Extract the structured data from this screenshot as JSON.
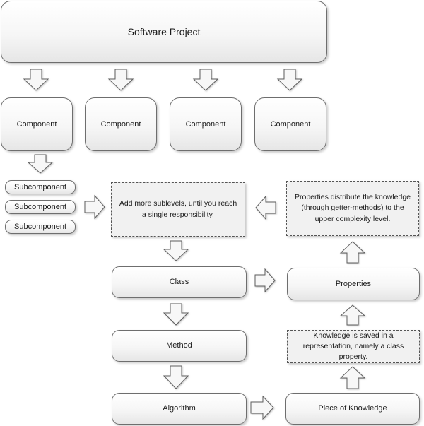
{
  "project": {
    "label": "Software Project"
  },
  "components": [
    "Component",
    "Component",
    "Component",
    "Component"
  ],
  "subcomponents": [
    "Subcomponent",
    "Subcomponent",
    "Subcomponent"
  ],
  "notes": {
    "sublevels": "Add more sublevels, until you reach a single responsibility.",
    "properties_distribute": "Properties distribute the knowledge (through getter-methods) to the upper complexity level.",
    "knowledge_saved": "Knowledge is saved in a representation, namely a class property."
  },
  "left_chain": {
    "class": "Class",
    "method": "Method",
    "algorithm": "Algorithm"
  },
  "right_chain": {
    "properties": "Properties",
    "piece_of_knowledge": "Piece of Knowledge"
  }
}
